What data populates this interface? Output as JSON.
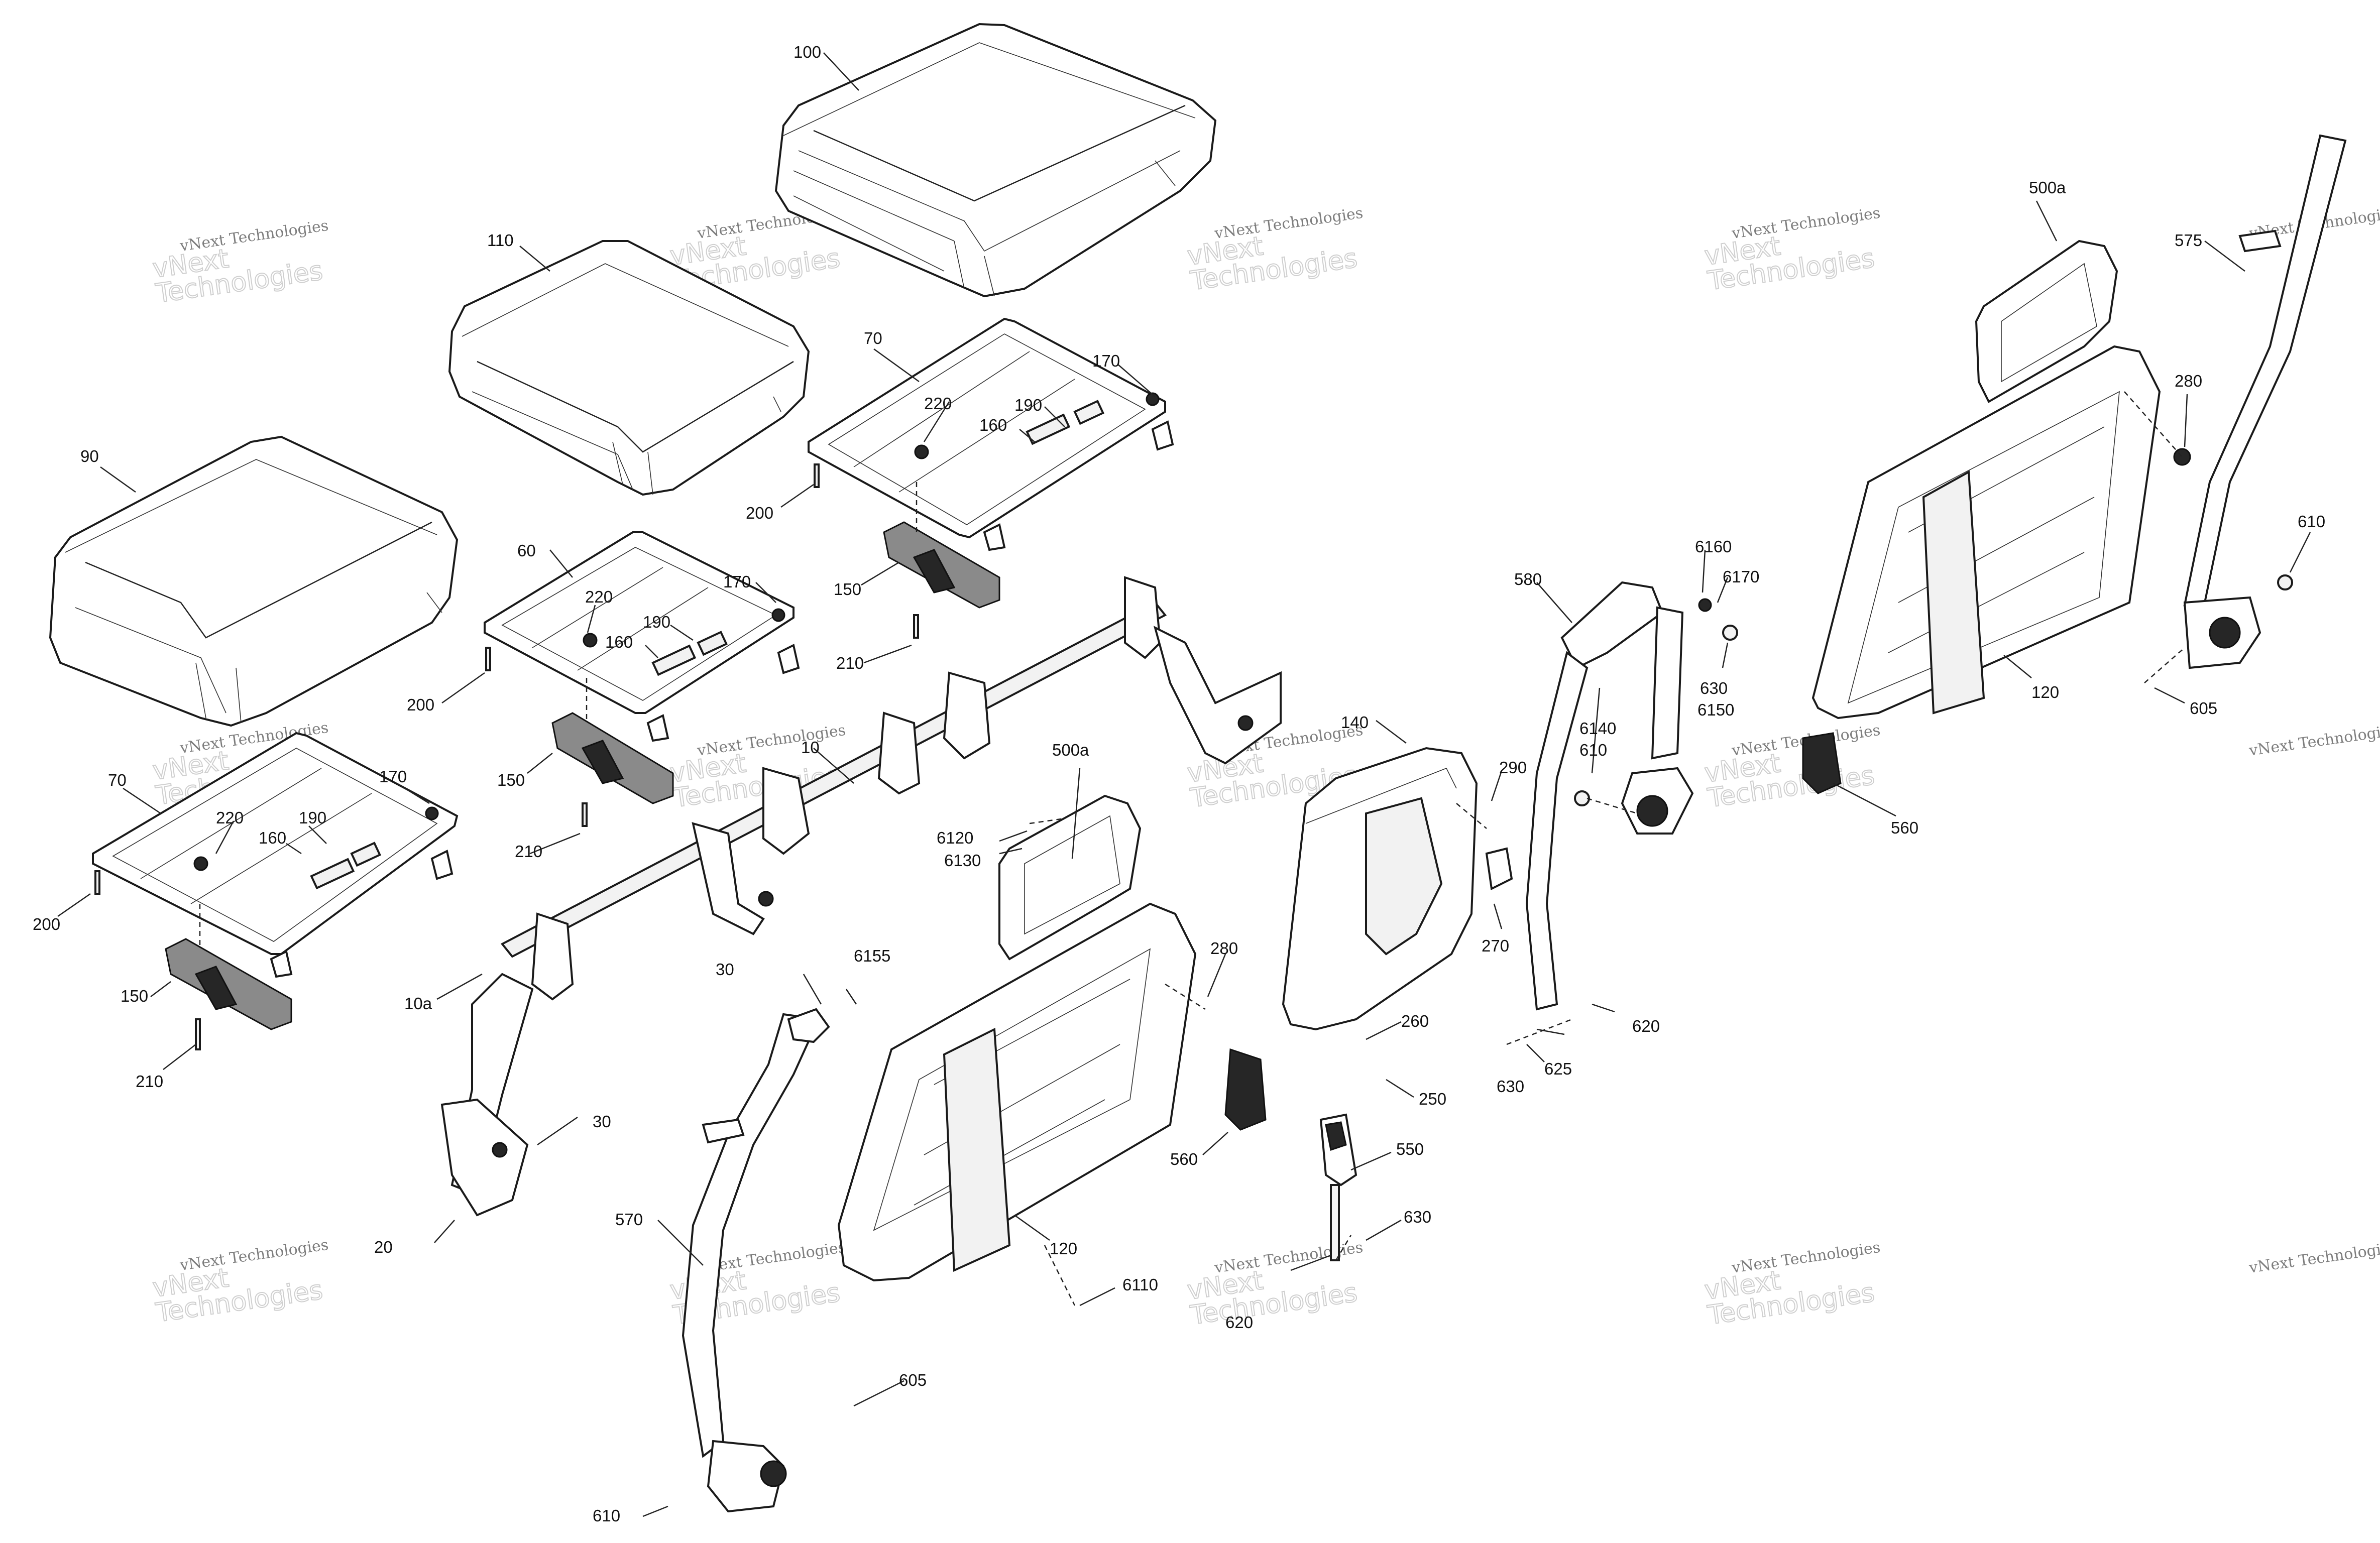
{
  "labels": {
    "l100": "100",
    "l110": "110",
    "l90": "90",
    "l70a": "70",
    "l170a": "170",
    "l220a": "220",
    "l190a": "190",
    "l160a": "160",
    "l200a": "200",
    "l150a": "150",
    "l210a": "210",
    "l60": "60",
    "l170b": "170",
    "l220b": "220",
    "l190b": "190",
    "l160b": "160",
    "l200b": "200",
    "l150b": "150",
    "l210b": "210",
    "l70c": "70",
    "l170c": "170",
    "l220c": "220",
    "l190c": "190",
    "l160c": "160",
    "l200c": "200",
    "l150c": "150",
    "l210c": "210",
    "l10": "10",
    "l10a": "10a",
    "l30a": "30",
    "l30b": "30",
    "l20": "20",
    "l500a1": "500a",
    "l6120": "6120",
    "l6130": "6130",
    "l6155": "6155",
    "l280a": "280",
    "l560a": "560",
    "l120a": "120",
    "l6110": "6110",
    "l570": "570",
    "l605a": "605",
    "l610a": "610",
    "l550": "550",
    "l630a": "630",
    "l620a": "620",
    "l140": "140",
    "l290": "290",
    "l270": "270",
    "l260": "260",
    "l250": "250",
    "l580": "580",
    "l6160": "6160",
    "l6170": "6170",
    "l630b": "630",
    "l6150": "6150",
    "l6140": "6140",
    "l610b": "610",
    "l620b": "620",
    "l625": "625",
    "l630c": "630",
    "l500a2": "500a",
    "l575": "575",
    "l280b": "280",
    "l610c": "610",
    "l120b": "120",
    "l605b": "605",
    "l560b": "560"
  },
  "watermark": {
    "line1": "vNext Technologies",
    "line2": "vNext",
    "line3": "Technologies"
  }
}
